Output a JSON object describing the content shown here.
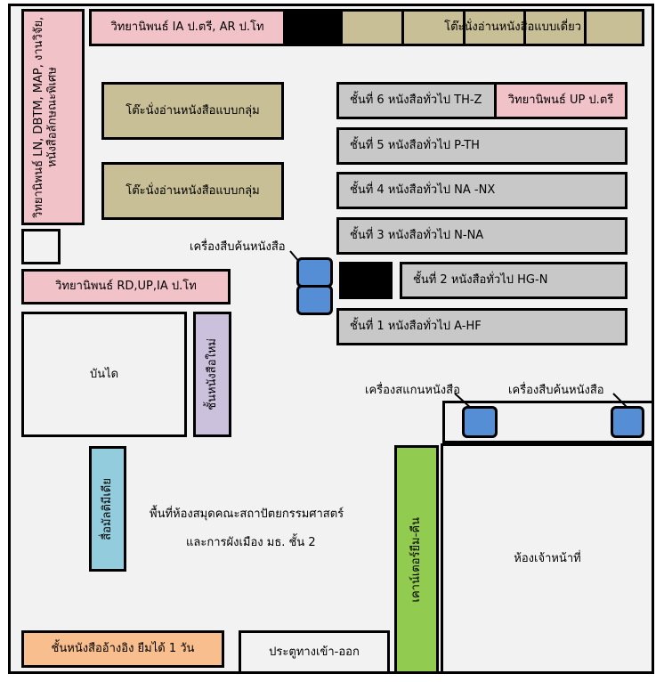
{
  "title": {
    "line1": "พื้นที่ห้องสมุดคณะสถาปัตยกรรมศาสตร์",
    "line2": "และการผังเมือง มธ. ชั้น 2"
  },
  "labels": {
    "thesis_ia_ar": "วิทยานิพนธ์ IA ป.ตรี, AR ป.โท",
    "single_reading_tables": "โต๊ะนั่งอ่านหนังสือแบบเดี่ยว",
    "thesis_ln_special": "วิทยานิพนธ์ LN, DBTM, MAP, งานวิจัย, หนังสือลักษณะพิเศษ",
    "group_reading_table_1": "โต๊ะนั่งอ่านหนังสือแบบกลุ่ม",
    "group_reading_table_2": "โต๊ะนั่งอ่านหนังสือแบบกลุ่ม",
    "shelf_6": "ชั้นที่ 6 หนังสือทั่วไป TH-Z",
    "thesis_up": "วิทยานิพนธ์ UP ป.ตรี",
    "shelf_5": "ชั้นที่ 5 หนังสือทั่วไป P-TH",
    "shelf_4": "ชั้นที่ 4 หนังสือทั่วไป NA -NX",
    "shelf_3": "ชั้นที่ 3 หนังสือทั่วไป N-NA",
    "shelf_2": "ชั้นที่ 2 หนังสือทั่วไป HG-N",
    "shelf_1": "ชั้นที่ 1 หนังสือทั่วไป A-HF",
    "thesis_rd_up_ia": "วิทยานิพนธ์ RD,UP,IA ป.โท",
    "stairs": "บันได",
    "new_books_shelf": "ชั้นหนังสือใหม่",
    "search_terminal_1": "เครื่องสืบค้นหนังสือ",
    "book_scanner": "เครื่องสแกนหนังสือ",
    "search_terminal_2": "เครื่องสืบค้นหนังสือ",
    "media_shelf": "สื่อมัลติมีเดีย",
    "circulation_counter": "เคาน์เตอร์ยืม-คืน",
    "staff_room": "ห้องเจ้าหน้าที่",
    "reference_shelf": "ชั้นหนังสืออ้างอิง ยืมได้ 1 วัน",
    "entrance": "ประตูทางเข้า-ออก"
  },
  "colors": {
    "thesis": "#f2c2c9",
    "reading_table": "#c9bf97",
    "general_shelf": "#c8c8c8",
    "new_books": "#ccc1dd",
    "multimedia": "#93cddd",
    "counter": "#91cb4f",
    "reference": "#f9be8e",
    "device": "#558ed5",
    "floor": "#f2f2f2"
  }
}
